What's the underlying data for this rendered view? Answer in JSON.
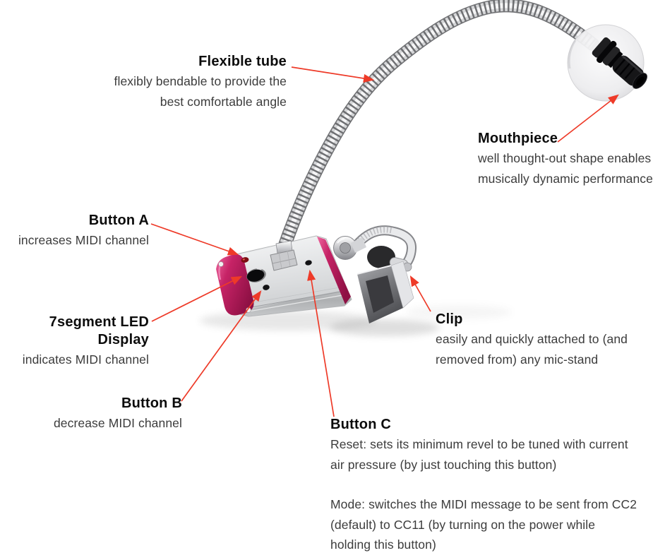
{
  "figure": {
    "kind": "annotated product diagram",
    "subject": "MIDI breath controller on mic-stand clip with gooseneck tube"
  },
  "colors": {
    "arrow_red": "#ee3a28",
    "end_cap_magenta": "#c62366",
    "body_silver": "#d0d2d4",
    "mouthpiece_black": "#111113",
    "title_text": "#0c0c0c",
    "body_text": "#3c3c3c",
    "background": "#ffffff"
  },
  "parts": [
    "flexible-tube",
    "mouthpiece",
    "button-a-led",
    "led-display-window",
    "button-b-dot",
    "button-c-dot",
    "clip"
  ],
  "labels": {
    "flexible_tube": {
      "title": "Flexible tube",
      "lines": [
        "flexibly bendable to provide the",
        "best comfortable angle"
      ]
    },
    "mouthpiece": {
      "title": "Mouthpiece",
      "lines": [
        "well thought-out shape enables",
        "musically dynamic performance"
      ]
    },
    "button_a": {
      "title": "Button A",
      "lines": [
        "increases MIDI channel"
      ]
    },
    "segment_display": {
      "title": "7segment LED Display",
      "lines": [
        "indicates MIDI channel"
      ]
    },
    "button_b": {
      "title": "Button B",
      "lines": [
        "decrease MIDI channel"
      ]
    },
    "clip": {
      "title": "Clip",
      "lines": [
        "easily and quickly attached to (and",
        "removed from) any mic-stand"
      ]
    },
    "button_c": {
      "title": "Button C",
      "reset_lines": [
        "Reset: sets its minimum revel to be tuned with current",
        "air pressure (by just touching this button)"
      ],
      "mode_lines": [
        "Mode: switches the MIDI message to be sent from CC2",
        "(default) to CC11 (by turning on the power while",
        "holding this button)"
      ]
    }
  }
}
